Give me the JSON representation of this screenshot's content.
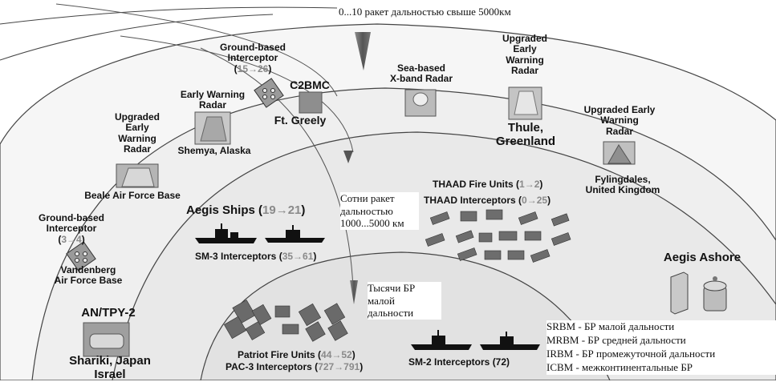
{
  "missiles": {
    "icbm_note": "0...10 ракет дальностью свыше 5000км",
    "mrbm_note": "Сотни ракет дальностью 1000...5000 км",
    "srbm_note": "Тысячи БР малой дальности"
  },
  "sites": {
    "gbi_greely": {
      "line1": "Ground-based",
      "line2": "Interceptor",
      "open": "(",
      "from": "15",
      "arrow": "→",
      "to": "26",
      "close": ")"
    },
    "c2bmc": "C2BMC",
    "ft_greely": "Ft. Greely",
    "sbx": {
      "line1": "Sea-based",
      "line2": "X-band Radar"
    },
    "thule_radar": {
      "line1": "Upgraded",
      "line2": "Early",
      "line3": "Warning",
      "line4": "Radar"
    },
    "thule": {
      "line1": "Thule,",
      "line2": "Greenland"
    },
    "ewr_shemya": {
      "line1": "Early Warning",
      "line2": "Radar",
      "place": "Shemya, Alaska"
    },
    "fylingdales_radar": {
      "line1": "Upgraded Early",
      "line2": "Warning",
      "line3": "Radar"
    },
    "fylingdales": {
      "line1": "Fylingdales,",
      "line2": "United Kingdom"
    },
    "beale_radar": {
      "line1": "Upgraded",
      "line2": "Early",
      "line3": "Warning",
      "line4": "Radar"
    },
    "beale": "Beale Air Force Base",
    "gbi_vandenberg": {
      "line1": "Ground-based",
      "line2": "Interceptor",
      "open": "(",
      "from": "3",
      "arrow": "→",
      "to": "4",
      "close": ")"
    },
    "vandenberg": {
      "line1": "Vandenberg",
      "line2": "Air Force Base"
    },
    "aegis_ships": {
      "label": "Aegis Ships (",
      "from": "19",
      "arrow": "→",
      "to": "21",
      "close": ")"
    },
    "sm3": {
      "label": "SM-3 Interceptors (",
      "from": "35",
      "arrow": "→",
      "to": "61",
      "close": ")"
    },
    "thaad_units": {
      "label": "THAAD Fire Units (",
      "from": "1",
      "arrow": "→",
      "to": "2",
      "close": ")"
    },
    "thaad_interceptors": {
      "label": "THAAD Interceptors (",
      "from": "0",
      "arrow": "→",
      "to": "25",
      "close": ")"
    },
    "aegis_ashore": "Aegis Ashore",
    "antpy2": "AN/TPY-2",
    "shariki": {
      "line1": "Shariki, Japan",
      "line2": "Israel"
    },
    "patriot": {
      "label": "Patriot Fire Units (",
      "from": "44",
      "arrow": "→",
      "to": "52",
      "close": ")"
    },
    "pac3": {
      "label": "PAC-3 Interceptors (",
      "from": "727",
      "arrow": "→",
      "to": "791",
      "close": ")"
    },
    "sm2": "SM-2 Interceptors (72)"
  },
  "legend": {
    "srbm": "SRBM - БР малой дальности",
    "mrbm": "MRBM - БР средней дальности",
    "irbm": "IRBM - БР промежуточной дальности",
    "icbm": "ICBM - межконтинентальные БР"
  },
  "colors": {
    "zone_outer": "#f7f7f7",
    "zone_mid": "#eeeeee",
    "zone_inner": "#e6e6e6",
    "zone_core": "#dddddd",
    "muted_number": "#8a8a8a"
  }
}
